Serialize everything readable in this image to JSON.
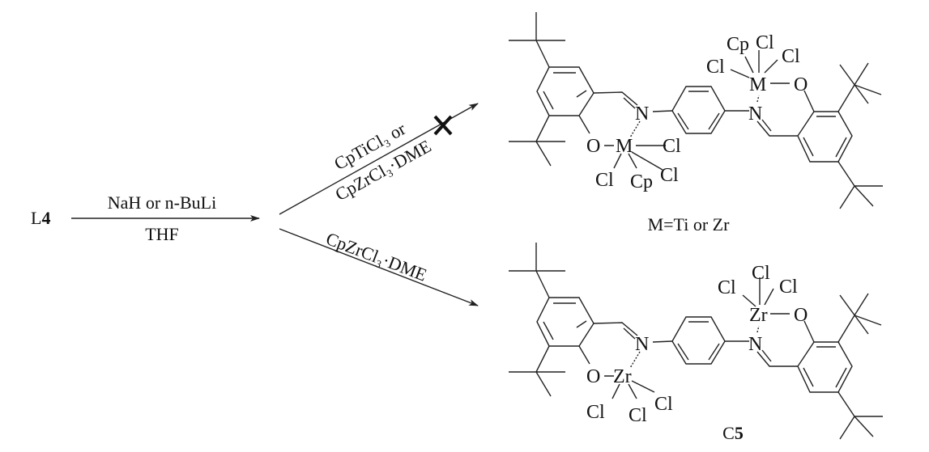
{
  "reactant": {
    "name": "L",
    "number": "4"
  },
  "step1": {
    "reagent": "NaH or n-BuLi",
    "solvent": "THF"
  },
  "upper_route": {
    "reagent_line1": "CpTiCl₃ or",
    "reagent_line2": "CpZrCl₃·DME",
    "status": "failed"
  },
  "lower_route": {
    "reagent": "CpZrCl₃·DME"
  },
  "upper_product": {
    "atoms": {
      "N": "N",
      "O": "O",
      "M": "M",
      "Cl": "Cl",
      "Cp": "Cp"
    },
    "caption": "M=Ti or Zr"
  },
  "lower_product": {
    "atoms": {
      "N": "N",
      "O": "O",
      "M": "Zr",
      "Cl": "Cl"
    },
    "label_letter": "C",
    "label_number": "5"
  }
}
